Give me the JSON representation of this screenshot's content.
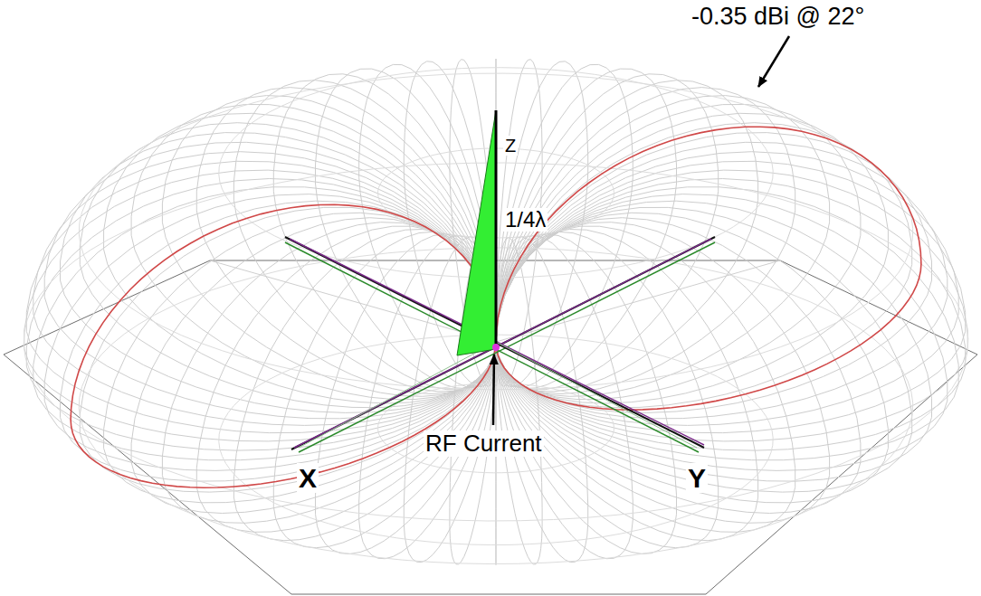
{
  "diagram": {
    "labels": [
      "-0.35 dBi @ 22°",
      "Z",
      "1/4λ",
      "RF Current",
      "X",
      "Y"
    ]
  }
}
